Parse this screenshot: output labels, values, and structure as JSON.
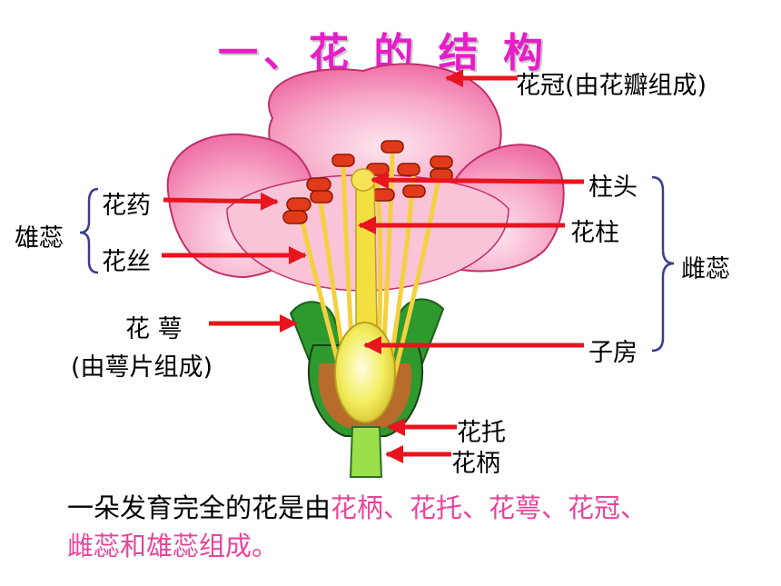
{
  "title": "一、花 的 结 构",
  "labels": {
    "corolla": "花冠(由花瓣组成)",
    "anther": "花药",
    "filament": "花丝",
    "stamen": "雄蕊",
    "stigma": "柱头",
    "style": "花柱",
    "pistil": "雌蕊",
    "sepal": "花 萼",
    "sepal_note": "(由萼片组成)",
    "ovary": "子房",
    "receptacle": "花托",
    "pedicel": "花柄"
  },
  "summary": {
    "prefix": "一朵发育完全的花是由",
    "highlight_line1": "花柄、花托、花萼、花冠、",
    "highlight_line2": "雌蕊和雄蕊组成。"
  },
  "colors": {
    "title": "#e61ec8",
    "highlight": "#e8449b",
    "arrow": "#e8141e",
    "bracket": "#3c3c8c",
    "petal": "#f7a8c8",
    "anther": "#e03a1a",
    "filament": "#f5d040",
    "ovary": "#f2ee60",
    "sepal": "#2e9a2e"
  }
}
